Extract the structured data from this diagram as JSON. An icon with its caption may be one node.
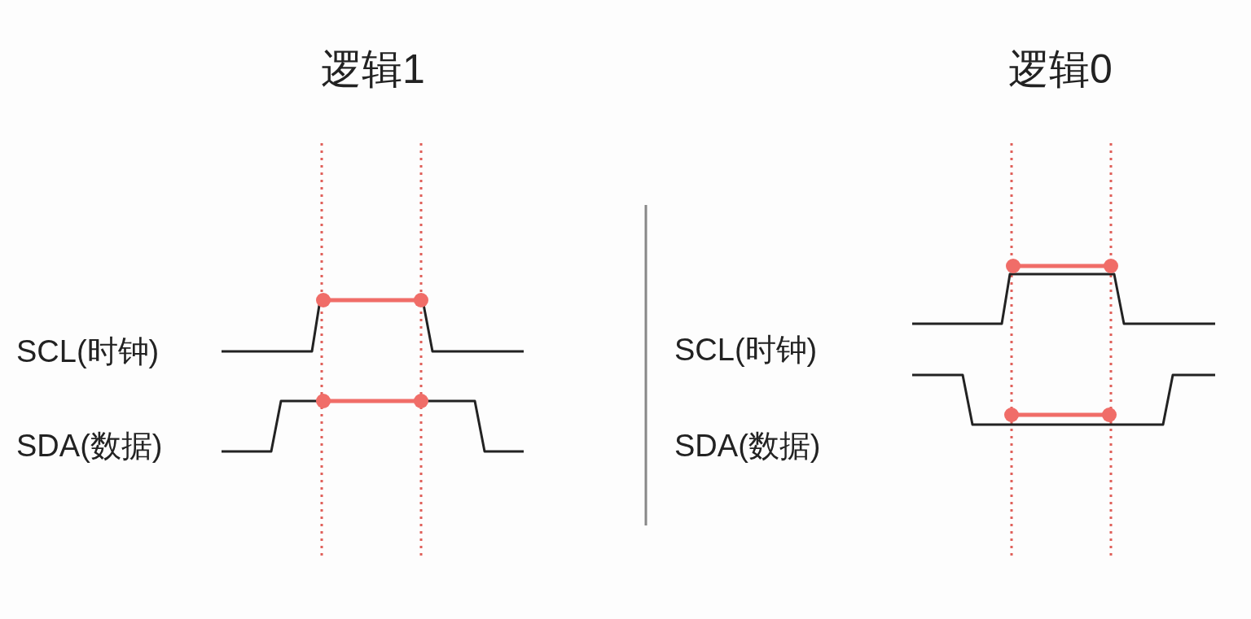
{
  "diagram": {
    "labels": [
      "逻辑1",
      "SCL(时钟)",
      "SDA(数据)",
      "逻辑0",
      "SCL(时钟)",
      "SDA(数据)"
    ]
  }
}
